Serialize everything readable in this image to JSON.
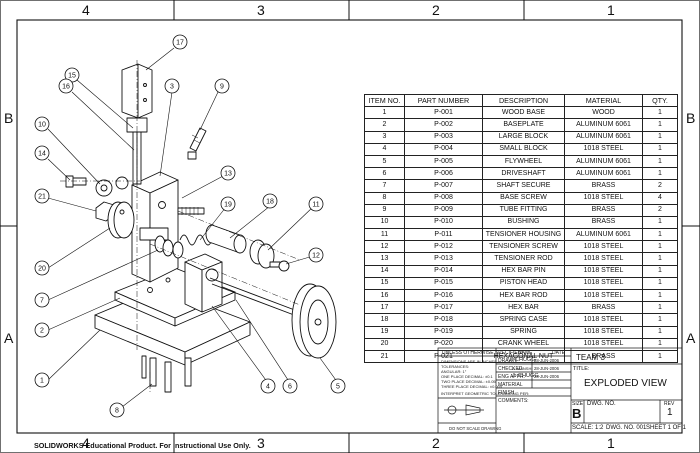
{
  "zones": {
    "cols_top": [
      "4",
      "3",
      "2",
      "1"
    ],
    "cols_bottom": [
      "4",
      "3",
      "2",
      "1"
    ],
    "rows_left": [
      "B",
      "A"
    ],
    "rows_right": [
      "B",
      "A"
    ]
  },
  "balloons": [
    "17",
    "15",
    "16",
    "3",
    "9",
    "10",
    "14",
    "13",
    "21",
    "19",
    "18",
    "11",
    "12",
    "20",
    "7",
    "2",
    "1",
    "8",
    "4",
    "6",
    "5"
  ],
  "bom": {
    "headers": [
      "ITEM NO.",
      "PART NUMBER",
      "DESCRIPTION",
      "MATERIAL",
      "QTY."
    ],
    "rows": [
      [
        "1",
        "P-001",
        "WOOD BASE",
        "WOOD",
        "1"
      ],
      [
        "2",
        "P-002",
        "BASEPLATE",
        "ALUMINUM 6061",
        "1"
      ],
      [
        "3",
        "P-003",
        "LARGE BLOCK",
        "ALUMINUM 6061",
        "1"
      ],
      [
        "4",
        "P-004",
        "SMALL BLOCK",
        "1018 STEEL",
        "1"
      ],
      [
        "5",
        "P-005",
        "FLYWHEEL",
        "ALUMINUM 6061",
        "1"
      ],
      [
        "6",
        "P-006",
        "DRIVESHAFT",
        "ALUMINUM 6061",
        "1"
      ],
      [
        "7",
        "P-007",
        "SHAFT SECURE",
        "BRASS",
        "2"
      ],
      [
        "8",
        "P-008",
        "BASE SCREW",
        "1018 STEEL",
        "4"
      ],
      [
        "9",
        "P-009",
        "TUBE FITTING",
        "BRASS",
        "2"
      ],
      [
        "10",
        "P-010",
        "BUSHING",
        "BRASS",
        "1"
      ],
      [
        "11",
        "P-011",
        "TENSIONER HOUSING",
        "ALUMINUM 6061",
        "1"
      ],
      [
        "12",
        "P-012",
        "TENSIONER SCREW",
        "1018 STEEL",
        "1"
      ],
      [
        "13",
        "P-013",
        "TENSIONER ROD",
        "1018 STEEL",
        "1"
      ],
      [
        "14",
        "P-014",
        "HEX BAR PIN",
        "1018 STEEL",
        "1"
      ],
      [
        "15",
        "P-015",
        "PISTON HEAD",
        "1018 STEEL",
        "1"
      ],
      [
        "16",
        "P-016",
        "HEX BAR ROD",
        "1018 STEEL",
        "1"
      ],
      [
        "17",
        "P-017",
        "HEX BAR",
        "BRASS",
        "1"
      ],
      [
        "18",
        "P-018",
        "SPRING CASE",
        "1018 STEEL",
        "1"
      ],
      [
        "19",
        "P-019",
        "SPRING",
        "1018 STEEL",
        "1"
      ],
      [
        "20",
        "P-020",
        "CRANK WHEEL",
        "1018 STEEL",
        "1"
      ],
      [
        "21",
        "P-021",
        "HEXAGONAL NUT",
        "BRASS",
        "1"
      ]
    ]
  },
  "title_block": {
    "unless_specified": "UNLESS OTHERWISE SPECIFIED:",
    "dims_lines": [
      "DIMENSIONS ARE IN INCHES",
      "TOLERANCES:",
      "ANGULAR: 1°",
      "ONE PLACE DECIMAL: ±0.1",
      "TWO PLACE DECIMAL: ±0.05",
      "THREE PLACE DECIMAL: ±0.005"
    ],
    "interpret": "INTERPRET GEOMETRIC TOLERANCING PER:",
    "do_not_scale": "DO NOT SCALE DRAWING",
    "name_header": "NAME",
    "date_header": "DATE",
    "drawn_label": "DRAWN",
    "drawn_name": "J. CHUGG",
    "drawn_date": "28-JUN-2006",
    "checked_label": "CHECKED",
    "checked_name": "A. MANSHI",
    "checked_date": "28-JUN-2006",
    "eng_label": "ENG APPR.",
    "eng_name": "J. CHUGG",
    "eng_date": "28-JUN-2006",
    "material_label": "MATERIAL",
    "finish_label": "FINISH",
    "comments_label": "COMMENTS:",
    "company": "TEAM 3",
    "title_label": "TITLE:",
    "title": "EXPLODED VIEW",
    "size_label": "SIZE",
    "size": "B",
    "dwg_no_label": "DWG. NO.",
    "rev_label": "REV",
    "rev": "1",
    "scale": "SCALE: 1:2",
    "dwg_no": "DWG. NO. 001",
    "sheet": "SHEET 1 OF 1"
  },
  "footer_note": "SOLIDWORKS Educational Product. For Instructional Use Only."
}
